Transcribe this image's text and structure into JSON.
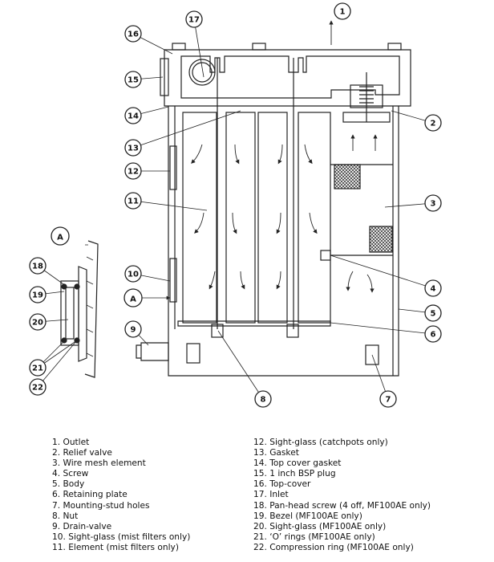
{
  "callouts": [
    "1",
    "2",
    "3",
    "4",
    "5",
    "6",
    "7",
    "8",
    "9",
    "10",
    "11",
    "12",
    "13",
    "14",
    "15",
    "16",
    "17",
    "18",
    "19",
    "20",
    "21",
    "22"
  ],
  "view_label": "A",
  "legend": {
    "left": [
      "1.  Outlet",
      "2.  Relief valve",
      "3.  Wire mesh element",
      "4.  Screw",
      "5.  Body",
      "6.  Retaining plate",
      "7.  Mounting-stud holes",
      "8.  Nut",
      "9.  Drain-valve",
      "10. Sight-glass (mist filters only)",
      "11. Element (mist filters only)"
    ],
    "right": [
      "12. Sight-glass (catchpots only)",
      "13. Gasket",
      "14. Top cover gasket",
      "15. 1 inch BSP plug",
      "16. Top-cover",
      "17. Inlet",
      "18. Pan-head screw (4 off, MF100AE only)",
      "19. Bezel (MF100AE only)",
      "20. Sight-glass (MF100AE only)",
      "21. ‘O’ rings (MF100AE only)",
      "22. Compression ring (MF100AE only)"
    ]
  }
}
